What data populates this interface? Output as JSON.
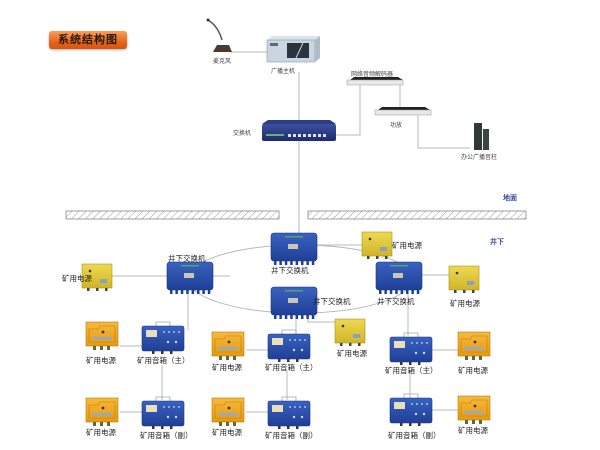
{
  "title": "系统结构图",
  "zones": {
    "surface": "地面",
    "underground": "井下"
  },
  "surface_devices": {
    "microphone": "麦克风",
    "broadcast_host": "广播主机",
    "switch": "交换机",
    "decoder": "网络音频解码器",
    "amplifier": "功放",
    "office_speaker": "办公广播音柱"
  },
  "underground": {
    "switch_left": "井下交换机",
    "switch_top": "井下交换机",
    "switch_mid": "井下交换机",
    "switch_right": "井下交换机",
    "power_left": "矿用电源",
    "power_top": "矿用电源",
    "power_right": "矿用电源",
    "power_mid": "矿用电源",
    "col1": {
      "power_main": "矿用电源",
      "speaker_main": "矿用音箱（主）",
      "power_sub": "矿用电源",
      "speaker_sub": "矿用音箱（副）"
    },
    "col2": {
      "power_main": "矿用电源",
      "speaker_main": "矿用音箱（主）",
      "power_sub": "矿用电源",
      "speaker_sub": "矿用音箱（副）"
    },
    "col3": {
      "power_main": "矿用电源",
      "speaker_main": "矿用音箱（主）",
      "power_sub": "矿用电源",
      "speaker_sub": "矿用音箱（副）"
    }
  },
  "colors": {
    "device_blue": "#2a4fa8",
    "device_yellow": "#e6cc3a",
    "device_orange": "#f0a820",
    "line": "#b8b8b8",
    "title_orange": "#e8641a"
  }
}
